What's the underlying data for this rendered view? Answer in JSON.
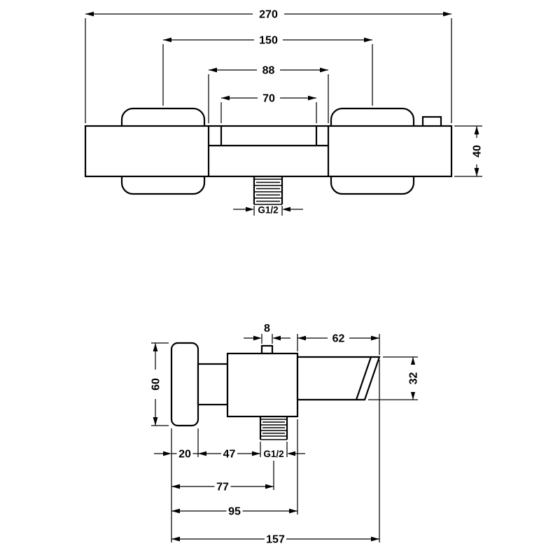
{
  "drawing": {
    "background": "#ffffff",
    "line_color": "#000000",
    "front_view": {
      "dim_overall_width": "270",
      "dim_handle_spacing": "150",
      "dim_spout_outer_width": "88",
      "dim_spout_opening_width": "70",
      "dim_body_height": "40",
      "dim_bottom_thread": "G1/2"
    },
    "side_view": {
      "dim_top_tab": "8",
      "dim_spout_length": "62",
      "dim_handle_diameter": "60",
      "dim_spout_height": "32",
      "dim_handle_depth": "20",
      "dim_handle_to_thread": "47",
      "dim_bottom_thread": "G1/2",
      "dim_wall_to_thread_center": "77",
      "dim_wall_to_spout_start": "95",
      "dim_total_depth": "157"
    }
  }
}
